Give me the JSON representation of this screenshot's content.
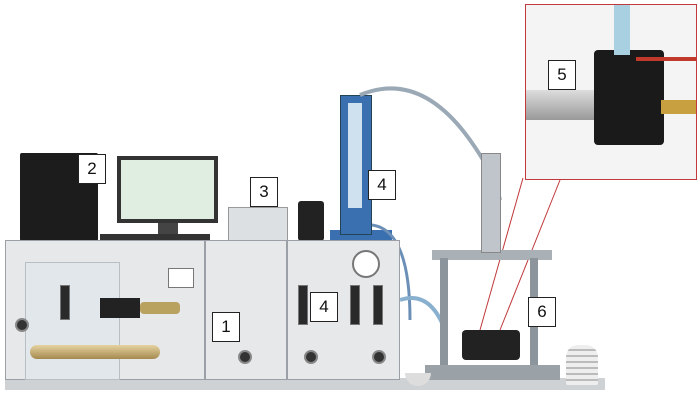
{
  "callouts": [
    {
      "id": "label-1",
      "text": "1"
    },
    {
      "id": "label-2",
      "text": "2"
    },
    {
      "id": "label-3",
      "text": "3"
    },
    {
      "id": "label-4a",
      "text": "4"
    },
    {
      "id": "label-4b",
      "text": "4"
    },
    {
      "id": "label-5",
      "text": "5"
    },
    {
      "id": "label-6",
      "text": "6"
    }
  ],
  "colors": {
    "inset_border": "#c0393b",
    "panel": "#e6e8ea",
    "flowmeter": "#3a6fb0"
  }
}
